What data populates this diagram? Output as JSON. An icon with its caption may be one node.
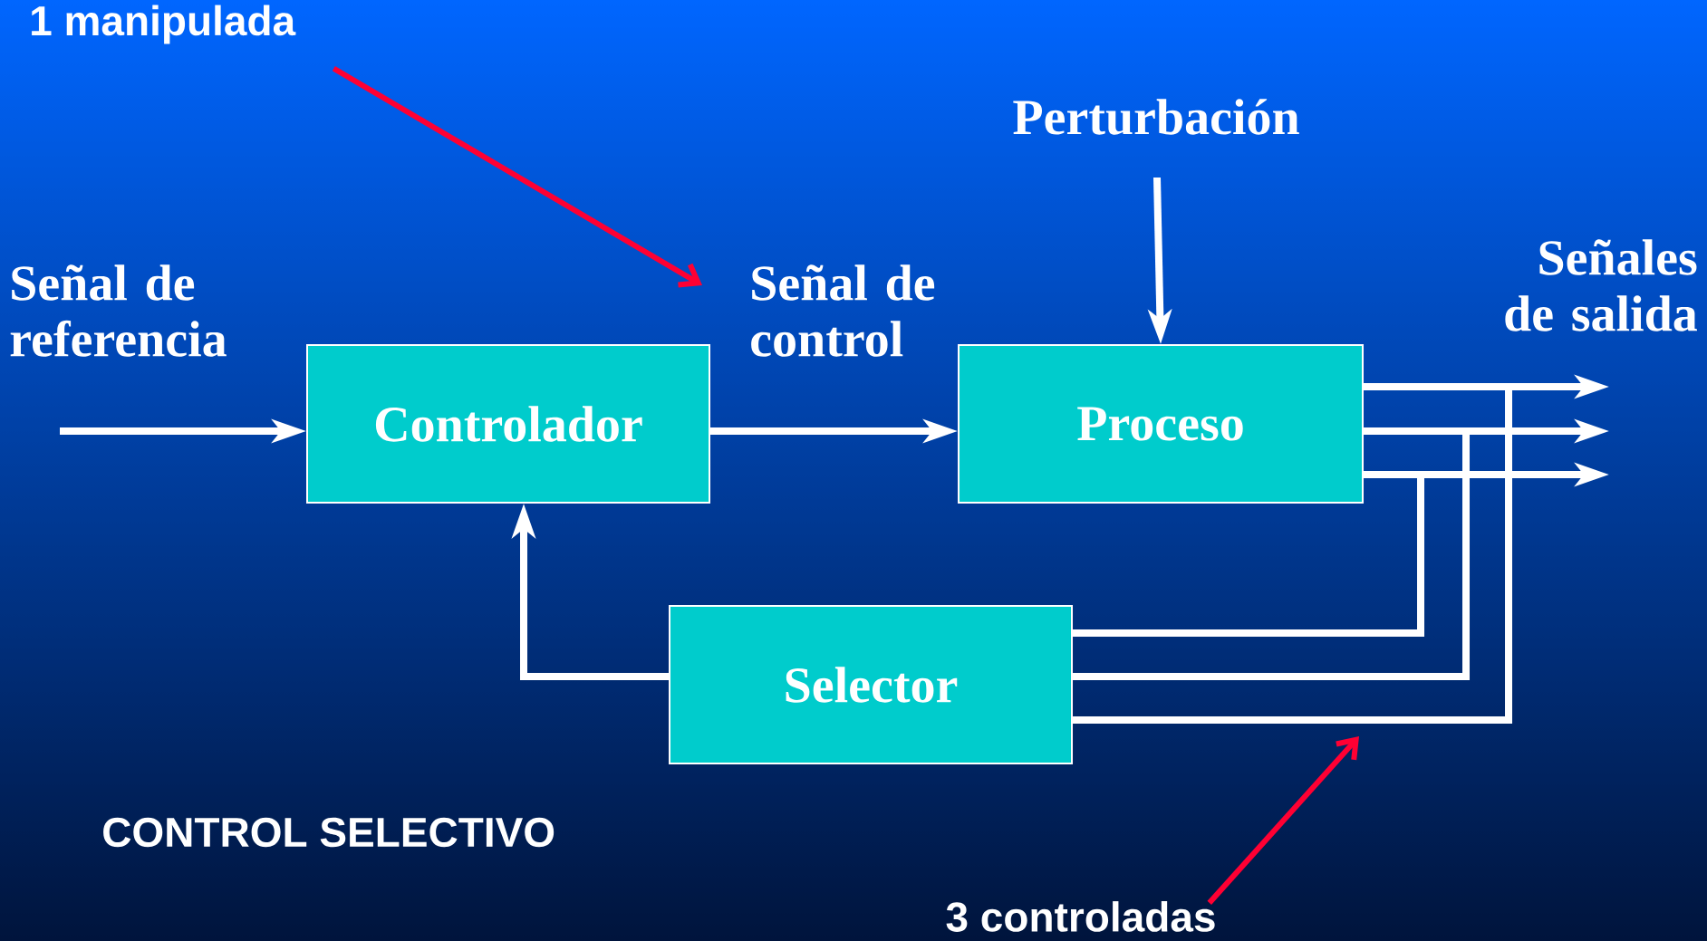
{
  "diagram": {
    "title": "CONTROL SELECTIVO",
    "nodes": [
      {
        "text": [
          "Controlador"
        ]
      },
      {
        "text": [
          "Proceso"
        ]
      },
      {
        "text": [
          "Selector"
        ]
      },
      {
        "text": [
          "Perturbación"
        ]
      },
      {
        "text": [
          "1 manipulada"
        ]
      },
      {
        "text": [
          "3 controladas"
        ]
      }
    ],
    "edges": [
      {
        "from": null,
        "to": 0,
        "arrow": "to"
      },
      {
        "from": 0,
        "to": 1,
        "arrow": "to",
        "label": "Señal de control"
      },
      {
        "from": 3,
        "to": 1,
        "arrow": "to"
      },
      {
        "from": 1,
        "to": null,
        "arrow": "to"
      },
      {
        "from": 1,
        "to": null,
        "arrow": "to"
      },
      {
        "from": 1,
        "to": null,
        "arrow": "to"
      },
      {
        "from": 1,
        "to": 2,
        "arrow": "none"
      },
      {
        "from": 1,
        "to": 2,
        "arrow": "none"
      },
      {
        "from": 1,
        "to": 2,
        "arrow": "none"
      },
      {
        "from": 2,
        "to": 0,
        "arrow": "to"
      },
      {
        "from": 4,
        "to": null,
        "arrow": "to",
        "color": "#ff0033"
      },
      {
        "from": 5,
        "to": null,
        "arrow": "to",
        "color": "#ff0033"
      }
    ],
    "labels": [
      "Señal de referencia",
      "Señales de salida"
    ]
  }
}
